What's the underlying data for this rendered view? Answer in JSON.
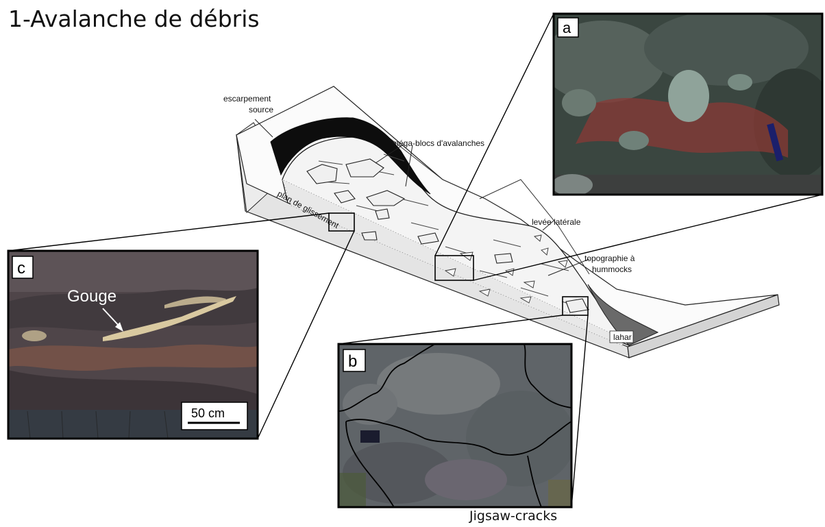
{
  "title": "1-Avalanche de débris",
  "diagram": {
    "labels": {
      "escarpement": "escarpement",
      "source": "source",
      "mega_blocs": "méga-blocs d'avalanches",
      "plan_glissement": "plan de glissement",
      "levee_laterale": "levée latérale",
      "topographie": "topographie à",
      "hummocks": "hummocks",
      "lahar": "lahar"
    }
  },
  "panels": {
    "a": {
      "letter": "a"
    },
    "b": {
      "letter": "b",
      "caption": "Jigsaw-cracks"
    },
    "c": {
      "letter": "c",
      "annotation": "Gouge",
      "scale_bar": "50 cm"
    }
  },
  "colors": {
    "outline": "#111111",
    "photo_a_rock": "#3a4640",
    "photo_a_red": "#8a3a35",
    "photo_b_rock": "#5f6468",
    "photo_c_rock": "#4f4549",
    "gouge": "#d9c9a0"
  }
}
